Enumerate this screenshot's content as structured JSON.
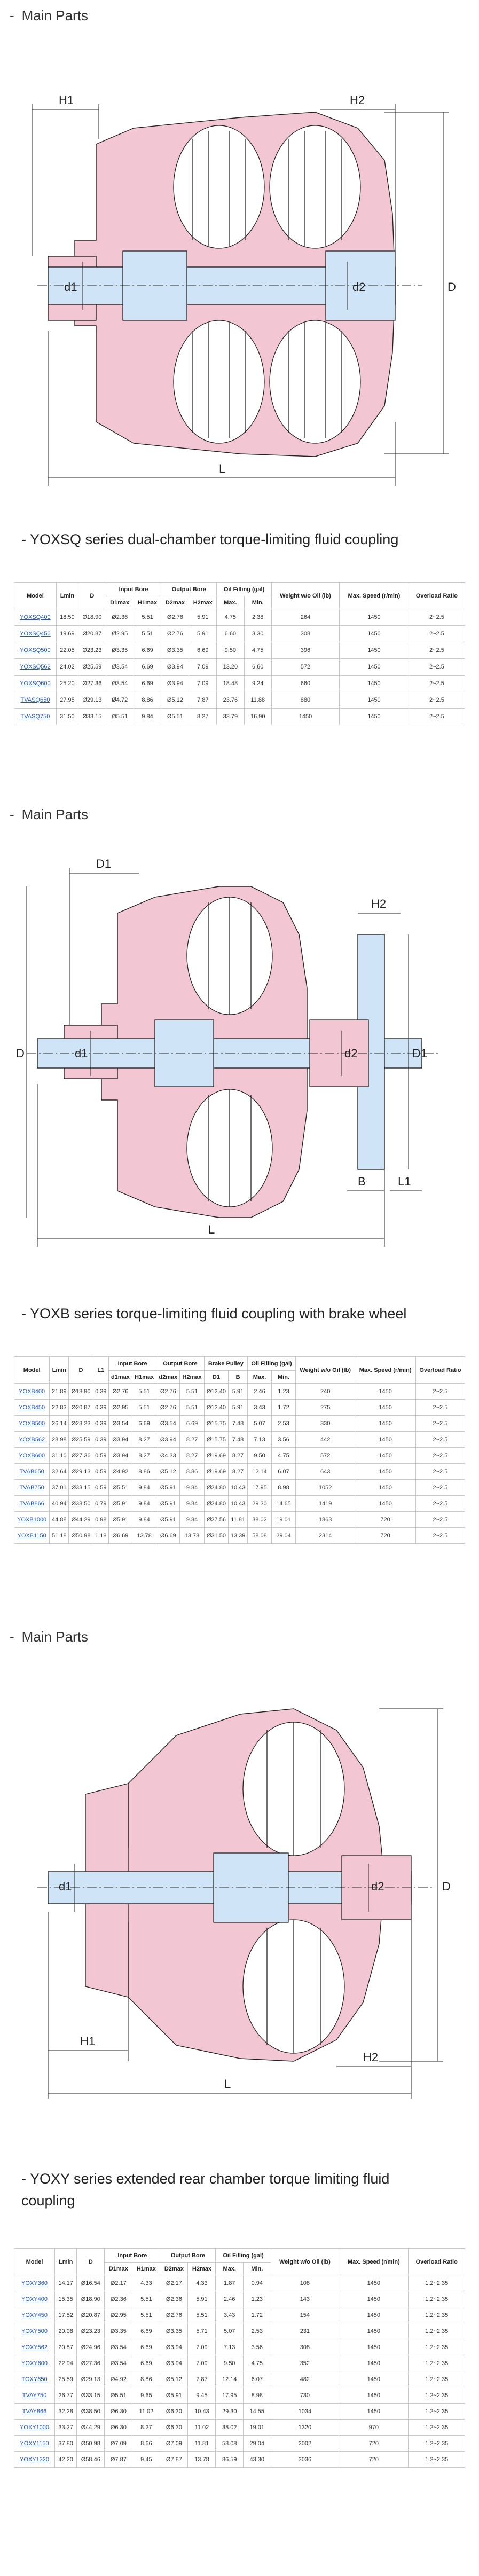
{
  "sections": [
    {
      "title": "Main Parts",
      "dims": [
        "H1",
        "H2",
        "d1",
        "d2",
        "D",
        "L"
      ],
      "subtitle": "YOXSQ series dual-chamber torque-limiting fluid coupling",
      "headers": {
        "model": "Model",
        "lmin": "Lmin",
        "d": "D",
        "input": "Input Bore",
        "output": "Output Bore",
        "oil": "Oil Filling (gal)",
        "weight": "Weight w/o Oil (lb)",
        "speed": "Max. Speed (r/min)",
        "ratio": "Overload Ratio",
        "d1max": "D1max",
        "h1max": "H1max",
        "d2max": "D2max",
        "h2max": "H2max",
        "max": "Max.",
        "min": "Min."
      },
      "rows": [
        [
          "YOXSQ400",
          "18.50",
          "Ø18.90",
          "Ø2.36",
          "5.51",
          "Ø2.76",
          "5.91",
          "4.75",
          "2.38",
          "264",
          "1450",
          "2~2.5"
        ],
        [
          "YOXSQ450",
          "19.69",
          "Ø20.87",
          "Ø2.95",
          "5.51",
          "Ø2.76",
          "5.91",
          "6.60",
          "3.30",
          "308",
          "1450",
          "2~2.5"
        ],
        [
          "YOXSQ500",
          "22.05",
          "Ø23.23",
          "Ø3.35",
          "6.69",
          "Ø3.35",
          "6.69",
          "9.50",
          "4.75",
          "396",
          "1450",
          "2~2.5"
        ],
        [
          "YOXSQ562",
          "24.02",
          "Ø25.59",
          "Ø3.54",
          "6.69",
          "Ø3.94",
          "7.09",
          "13.20",
          "6.60",
          "572",
          "1450",
          "2~2.5"
        ],
        [
          "YOXSQ600",
          "25.20",
          "Ø27.36",
          "Ø3.54",
          "6.69",
          "Ø3.94",
          "7.09",
          "18.48",
          "9.24",
          "660",
          "1450",
          "2~2.5"
        ],
        [
          "TVASQ650",
          "27.95",
          "Ø29.13",
          "Ø4.72",
          "8.86",
          "Ø5.12",
          "7.87",
          "23.76",
          "11.88",
          "880",
          "1450",
          "2~2.5"
        ],
        [
          "TVASQ750",
          "31.50",
          "Ø33.15",
          "Ø5.51",
          "9.84",
          "Ø5.51",
          "8.27",
          "33.79",
          "16.90",
          "1450",
          "1450",
          "2~2.5"
        ]
      ]
    },
    {
      "title": "Main Parts",
      "dims": [
        "D1",
        "H2",
        "d1",
        "d2",
        "D",
        "D1",
        "B",
        "L1",
        "L"
      ],
      "subtitle": "YOXB series torque-limiting fluid coupling with brake wheel",
      "headers": {
        "model": "Model",
        "lmin": "Lmin",
        "d": "D",
        "l1": "L1",
        "input": "Input Bore",
        "output": "Output Bore",
        "brake": "Brake Pulley",
        "oil": "Oil Filling (gal)",
        "weight": "Weight w/o Oil (lb)",
        "speed": "Max. Speed (r/min)",
        "ratio": "Overload Ratio",
        "d1max": "d1max",
        "h1max": "H1max",
        "d2max": "d2max",
        "h2max": "H2max",
        "bd1": "D1",
        "bb": "B",
        "max": "Max.",
        "min": "Min."
      },
      "rows": [
        [
          "YOXB400",
          "21.89",
          "Ø18.90",
          "0.39",
          "Ø2.76",
          "5.51",
          "Ø2.76",
          "5.51",
          "Ø12.40",
          "5.91",
          "2.46",
          "1.23",
          "240",
          "1450",
          "2~2.5"
        ],
        [
          "YOXB450",
          "22.83",
          "Ø20.87",
          "0.39",
          "Ø2.95",
          "5.51",
          "Ø2.76",
          "5.51",
          "Ø12.40",
          "5.91",
          "3.43",
          "1.72",
          "275",
          "1450",
          "2~2.5"
        ],
        [
          "YOXB500",
          "26.14",
          "Ø23.23",
          "0.39",
          "Ø3.54",
          "6.69",
          "Ø3.54",
          "6.69",
          "Ø15.75",
          "7.48",
          "5.07",
          "2.53",
          "330",
          "1450",
          "2~2.5"
        ],
        [
          "YOXB562",
          "28.98",
          "Ø25.59",
          "0.39",
          "Ø3.94",
          "8.27",
          "Ø3.94",
          "8.27",
          "Ø15.75",
          "7.48",
          "7.13",
          "3.56",
          "442",
          "1450",
          "2~2.5"
        ],
        [
          "YOXB600",
          "31.10",
          "Ø27.36",
          "0.59",
          "Ø3.94",
          "8.27",
          "Ø4.33",
          "8.27",
          "Ø19.69",
          "8.27",
          "9.50",
          "4.75",
          "572",
          "1450",
          "2~2.5"
        ],
        [
          "TVAB650",
          "32.64",
          "Ø29.13",
          "0.59",
          "Ø4.92",
          "8.86",
          "Ø5.12",
          "8.86",
          "Ø19.69",
          "8.27",
          "12.14",
          "6.07",
          "643",
          "1450",
          "2~2.5"
        ],
        [
          "TVAB750",
          "37.01",
          "Ø33.15",
          "0.59",
          "Ø5.51",
          "9.84",
          "Ø5.91",
          "9.84",
          "Ø24.80",
          "10.43",
          "17.95",
          "8.98",
          "1052",
          "1450",
          "2~2.5"
        ],
        [
          "TVAB866",
          "40.94",
          "Ø38.50",
          "0.79",
          "Ø5.91",
          "9.84",
          "Ø5.91",
          "9.84",
          "Ø24.80",
          "10.43",
          "29.30",
          "14.65",
          "1419",
          "1450",
          "2~2.5"
        ],
        [
          "YOXB1000",
          "44.88",
          "Ø44.29",
          "0.98",
          "Ø5.91",
          "9.84",
          "Ø5.91",
          "9.84",
          "Ø27.56",
          "11.81",
          "38.02",
          "19.01",
          "1863",
          "720",
          "2~2.5"
        ],
        [
          "YOXB1150",
          "51.18",
          "Ø50.98",
          "1.18",
          "Ø6.69",
          "13.78",
          "Ø6.69",
          "13.78",
          "Ø31.50",
          "13.39",
          "58.08",
          "29.04",
          "2314",
          "720",
          "2~2.5"
        ]
      ]
    },
    {
      "title": "Main Parts",
      "dims": [
        "d1",
        "d2",
        "D",
        "H1",
        "H2",
        "L"
      ],
      "subtitle": "YOXY series extended rear chamber torque limiting fluid coupling",
      "headers": {
        "model": "Model",
        "lmin": "Lmin",
        "d": "D",
        "input": "Input Bore",
        "output": "Output Bore",
        "oil": "Oil Filling (gal)",
        "weight": "Weight w/o Oil (lb)",
        "speed": "Max. Speed (r/min)",
        "ratio": "Overload Ratio",
        "d1max": "D1max",
        "h1max": "H1max",
        "d2max": "D2max",
        "h2max": "H2max",
        "max": "Max.",
        "min": "Min."
      },
      "rows": [
        [
          "YOXY360",
          "14.17",
          "Ø16.54",
          "Ø2.17",
          "4.33",
          "Ø2.17",
          "4.33",
          "1.87",
          "0.94",
          "108",
          "1450",
          "1.2~2.35"
        ],
        [
          "YOXY400",
          "15.35",
          "Ø18.90",
          "Ø2.36",
          "5.51",
          "Ø2.36",
          "5.91",
          "2.46",
          "1.23",
          "143",
          "1450",
          "1.2~2.35"
        ],
        [
          "YOXY450",
          "17.52",
          "Ø20.87",
          "Ø2.95",
          "5.51",
          "Ø2.76",
          "5.51",
          "3.43",
          "1.72",
          "154",
          "1450",
          "1.2~2.35"
        ],
        [
          "YOXY500",
          "20.08",
          "Ø23.23",
          "Ø3.35",
          "6.69",
          "Ø3.35",
          "5.71",
          "5.07",
          "2.53",
          "231",
          "1450",
          "1.2~2.35"
        ],
        [
          "YOXY562",
          "20.87",
          "Ø24.96",
          "Ø3.54",
          "6.69",
          "Ø3.94",
          "7.09",
          "7.13",
          "3.56",
          "308",
          "1450",
          "1.2~2.35"
        ],
        [
          "YOXY600",
          "22.94",
          "Ø27.36",
          "Ø3.54",
          "6.69",
          "Ø3.94",
          "7.09",
          "9.50",
          "4.75",
          "352",
          "1450",
          "1.2~2.35"
        ],
        [
          "TOXY650",
          "25.59",
          "Ø29.13",
          "Ø4.92",
          "8.86",
          "Ø5.12",
          "7.87",
          "12.14",
          "6.07",
          "482",
          "1450",
          "1.2~2.35"
        ],
        [
          "TVAY750",
          "26.77",
          "Ø33.15",
          "Ø5.51",
          "9.65",
          "Ø5.91",
          "9.45",
          "17.95",
          "8.98",
          "730",
          "1450",
          "1.2~2.35"
        ],
        [
          "TVAY866",
          "32.28",
          "Ø38.50",
          "Ø6.30",
          "11.02",
          "Ø6.30",
          "10.43",
          "29.30",
          "14.55",
          "1034",
          "1450",
          "1.2~2.35"
        ],
        [
          "YOXY1000",
          "33.27",
          "Ø44.29",
          "Ø6.30",
          "8.27",
          "Ø6.30",
          "11.02",
          "38.02",
          "19.01",
          "1320",
          "970",
          "1.2~2.35"
        ],
        [
          "YOXY1150",
          "37.80",
          "Ø50.98",
          "Ø7.09",
          "8.66",
          "Ø7.09",
          "11.81",
          "58.08",
          "29.04",
          "2002",
          "720",
          "1.2~2.35"
        ],
        [
          "YOXY1320",
          "42.20",
          "Ø58.46",
          "Ø7.87",
          "9.45",
          "Ø7.87",
          "13.78",
          "86.59",
          "43.30",
          "3036",
          "720",
          "1.2~2.35"
        ]
      ]
    }
  ],
  "colors": {
    "housing": "#f2c6d2",
    "shaft": "#cfe4f7",
    "link": "#1f56c6"
  }
}
